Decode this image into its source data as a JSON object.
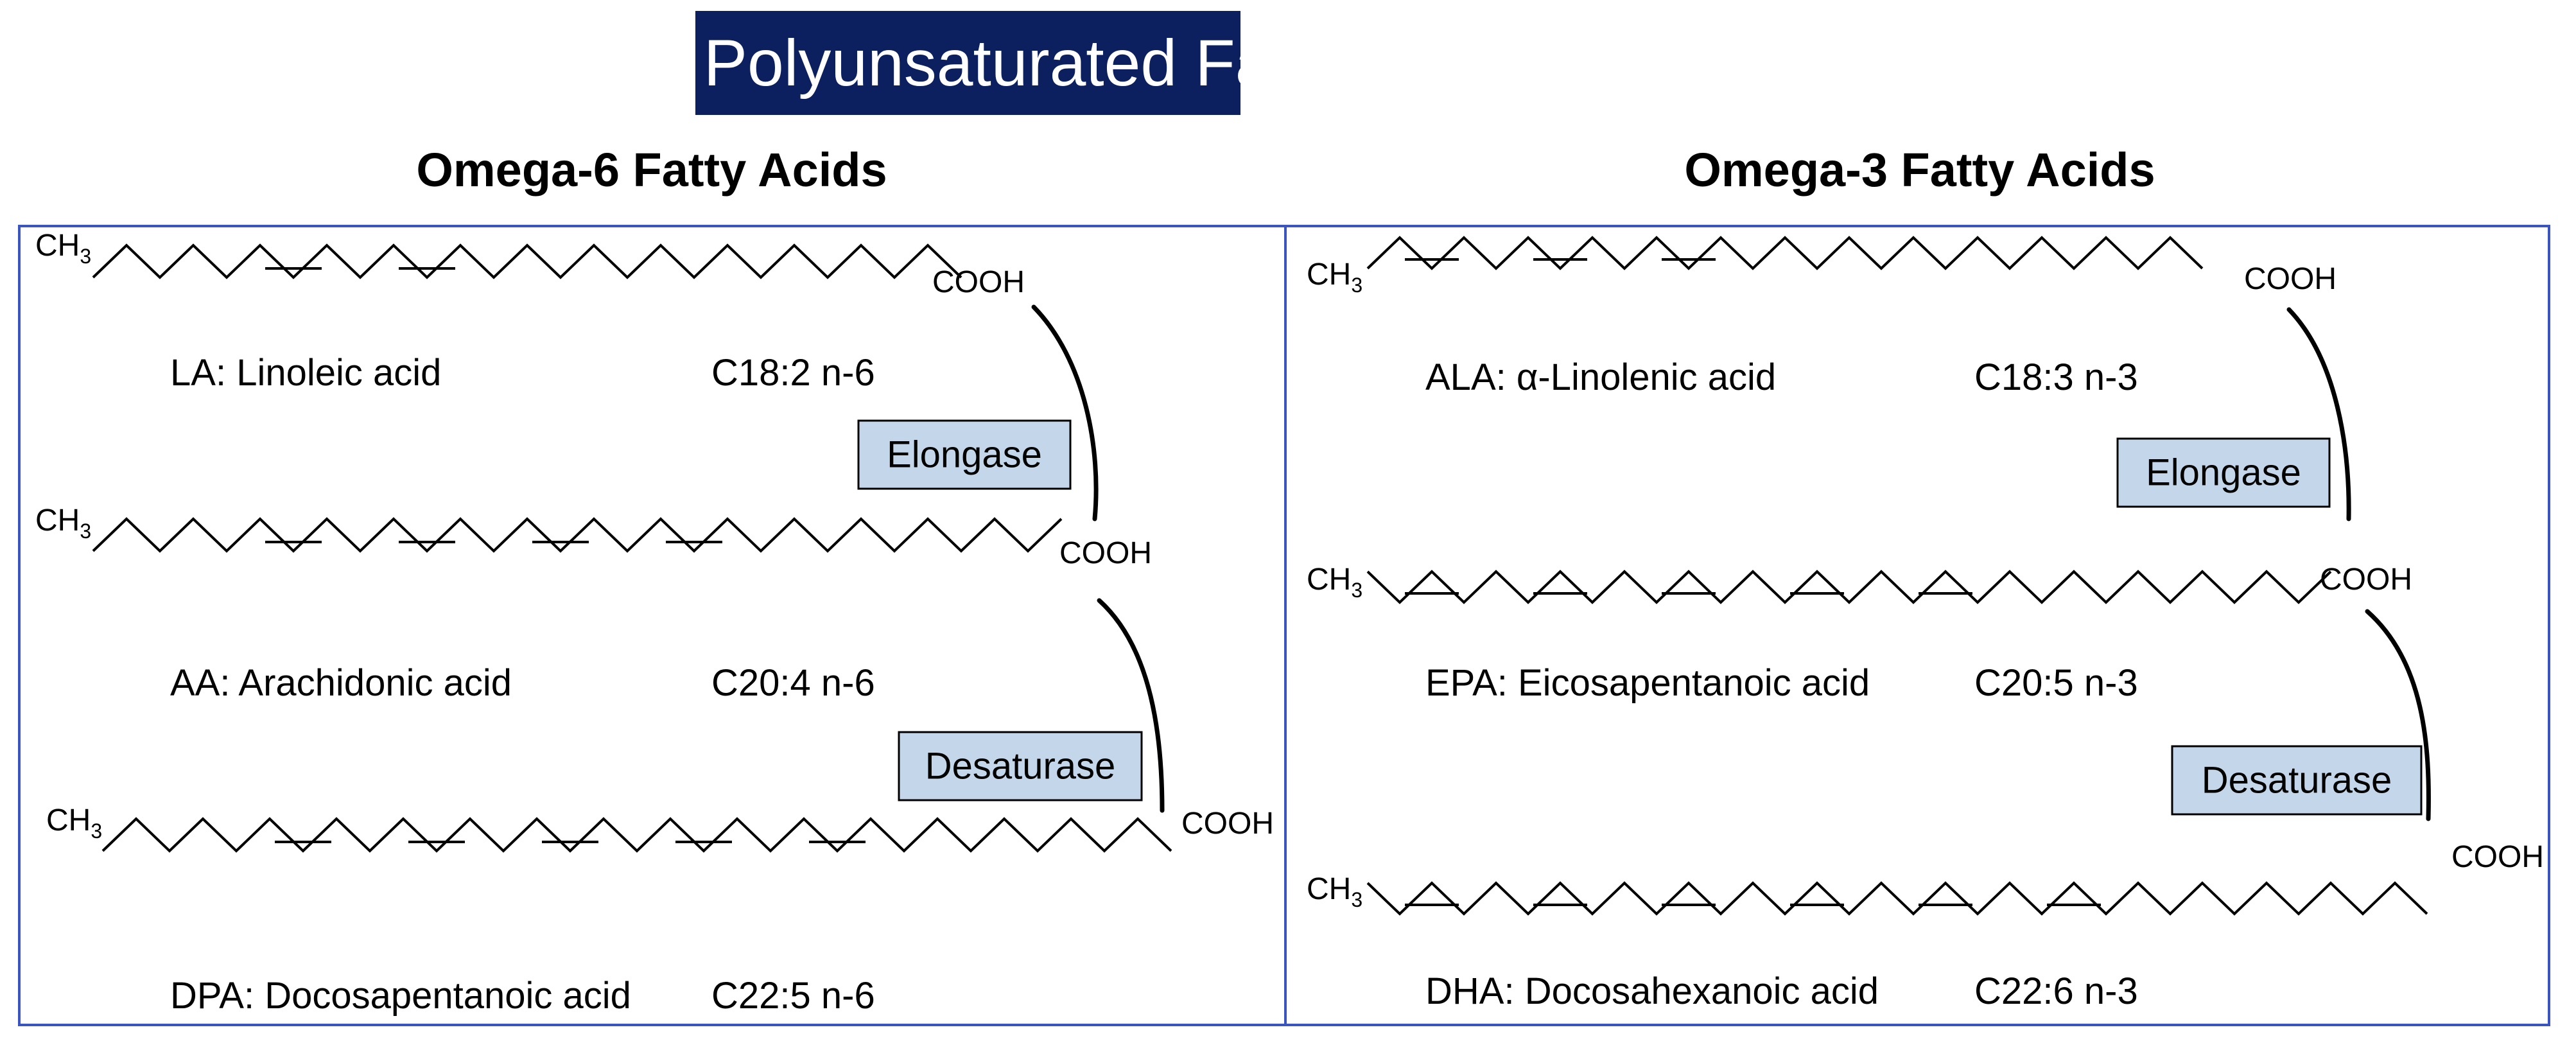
{
  "title": "Essential Polyunsaturated Fatty Acids",
  "colors": {
    "title_bg": "#0c2060",
    "title_text": "#ffffff",
    "panel_border": "#3a55c0",
    "enzyme_box_bg": "#c4d6ea",
    "enzyme_box_border": "#000000",
    "structure_line": "#000000"
  },
  "panels": [
    {
      "heading": "Omega-6 Fatty Acids",
      "molecules": [
        {
          "abbr": "LA",
          "name": "Linoleic acid",
          "formula": "C18:2 n-6",
          "ch3": "CH",
          "ch3_sub": "3",
          "cooh": "COOH"
        },
        {
          "abbr": "AA",
          "name": "Arachidonic acid",
          "formula": "C20:4 n-6",
          "ch3": "CH",
          "ch3_sub": "3",
          "cooh": "COOH"
        },
        {
          "abbr": "DPA",
          "name": "Docosapentanoic acid",
          "formula": "C22:5 n-6",
          "ch3": "CH",
          "ch3_sub": "3",
          "cooh": "COOH"
        }
      ],
      "enzymes": [
        "Elongase",
        "Desaturase"
      ]
    },
    {
      "heading": "Omega-3 Fatty Acids",
      "molecules": [
        {
          "abbr": "ALA",
          "name": "α-Linolenic acid",
          "formula": "C18:3 n-3",
          "ch3": "CH",
          "ch3_sub": "3",
          "cooh": "COOH"
        },
        {
          "abbr": "EPA",
          "name": "Eicosapentanoic acid",
          "formula": "C20:5 n-3",
          "ch3": "CH",
          "ch3_sub": "3",
          "cooh": "COOH"
        },
        {
          "abbr": "DHA",
          "name": "Docosahexanoic acid",
          "formula": "C22:6 n-3",
          "ch3": "CH",
          "ch3_sub": "3",
          "cooh": "COOH"
        }
      ],
      "enzymes": [
        "Elongase",
        "Desaturase"
      ]
    }
  ]
}
